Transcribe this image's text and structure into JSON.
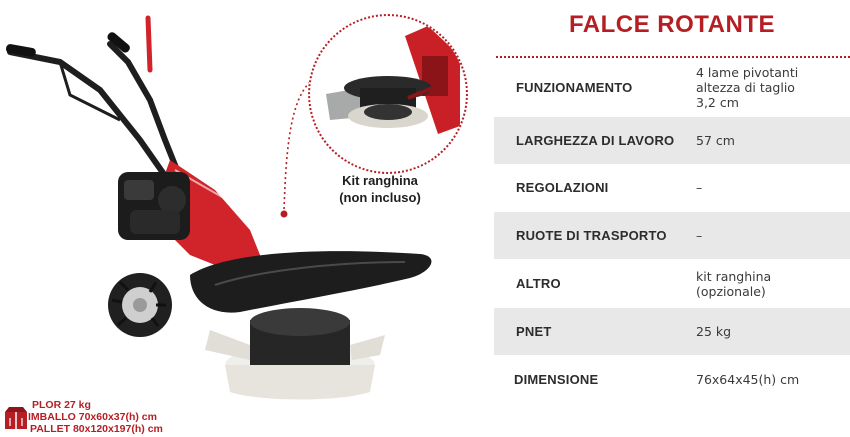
{
  "title": "FALCE ROTANTE",
  "inset_caption": [
    "Kit ranghina",
    "(non incluso)"
  ],
  "specs": [
    {
      "label": "FUNZIONAMENTO",
      "value": [
        "4 lame pivotanti",
        "altezza di taglio",
        "3,2 cm"
      ]
    },
    {
      "label": "LARGHEZZA DI LAVORO",
      "value": [
        "57 cm"
      ]
    },
    {
      "label": "REGOLAZIONI",
      "value": [
        "–"
      ]
    },
    {
      "label": "RUOTE DI TRASPORTO",
      "value": [
        "–"
      ]
    },
    {
      "label": "ALTRO",
      "value": [
        "kit ranghina",
        "(opzionale)"
      ]
    },
    {
      "label": "PNET",
      "value": [
        "25 kg"
      ]
    },
    {
      "label": "DIMENSIONE",
      "value": [
        "76x64x45(h) cm"
      ]
    }
  ],
  "shipping": {
    "plor": "PLOR 27 kg",
    "imballo": "IMBALLO 70x60x37(h) cm",
    "pallet": "PALLET 80x120x197(h) cm"
  },
  "colors": {
    "accent": "#b51f24",
    "row_shade": "#e8e8e9",
    "machine_red": "#d0232a"
  },
  "icons": [
    "package-box-icon"
  ]
}
